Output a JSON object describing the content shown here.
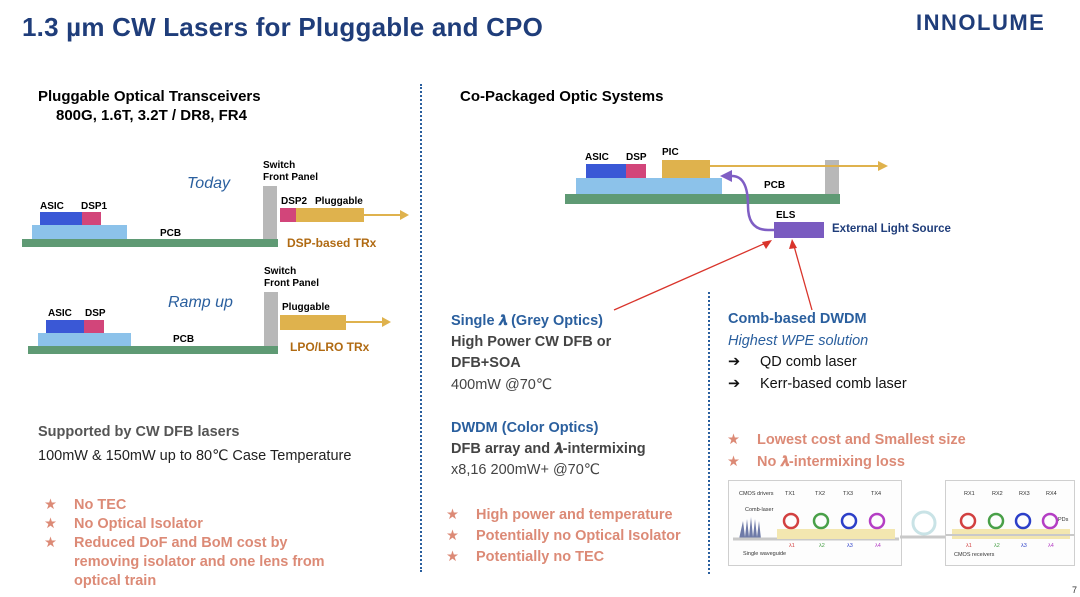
{
  "title": "1.3 µm CW Lasers for Pluggable and CPO",
  "logo": "INNOLUME",
  "left": {
    "heading1": "Pluggable Optical Transceivers",
    "heading2": "800G, 1.6T, 3.2T / DR8, FR4",
    "today": {
      "label": "Today",
      "switch": "Switch",
      "front_panel": "Front Panel",
      "asic": "ASIC",
      "dsp1": "DSP1",
      "dsp2": "DSP2",
      "pluggable": "Pluggable",
      "pcb": "PCB",
      "trx": "DSP-based TRx"
    },
    "ramp": {
      "label": "Ramp up",
      "switch": "Switch",
      "front_panel": "Front Panel",
      "asic": "ASIC",
      "dsp": "DSP",
      "pluggable": "Pluggable",
      "pcb": "PCB",
      "trx": "LPO/LRO TRx"
    },
    "supported": "Supported by CW DFB lasers",
    "temp": "100mW & 150mW up to 80℃ Case Temperature",
    "stars": [
      "No TEC",
      "No Optical Isolator",
      "Reduced DoF and BoM cost by"
    ],
    "star3_cont1": "removing isolator and one lens from",
    "star3_cont2": "optical train"
  },
  "right": {
    "heading": "Co-Packaged Optic Systems",
    "asic": "ASIC",
    "dsp": "DSP",
    "pic": "PIC",
    "pcb": "PCB",
    "els": "ELS",
    "els_label": "External Light Source",
    "single_heading": "Single 𝝀 (Grey Optics)",
    "single_l1": "High Power CW DFB or",
    "single_l2": "DFB+SOA",
    "single_l3": "400mW @70℃",
    "dwdm_heading": "DWDM (Color Optics)",
    "dwdm_l1": "DFB array and 𝝀-intermixing",
    "dwdm_l2": "x8,16 200mW+ @70℃",
    "mid_stars": [
      "High power and temperature",
      "Potentially no Optical Isolator",
      "Potentially no TEC"
    ],
    "comb_heading": "Comb-based DWDM",
    "comb_sub": "Highest WPE solution",
    "comb_items": [
      "QD comb laser",
      "Kerr-based comb laser"
    ],
    "comb_stars": [
      "Lowest cost and Smallest size",
      "No 𝝀-intermixing loss"
    ],
    "thumb": {
      "cmos_drivers": "CMOS drivers",
      "comb_laser": "Comb-laser",
      "single_wg": "Single waveguide",
      "tx": [
        "TX1",
        "TX2",
        "TX3",
        "TX4"
      ],
      "rx": [
        "RX1",
        "RX2",
        "RX3",
        "RX4"
      ],
      "lambda": [
        "λ1",
        "λ2",
        "λ3",
        "λ4"
      ],
      "pds": "PDs",
      "cmos_receivers": "CMOS receivers"
    }
  },
  "page_number": "7",
  "colors": {
    "title": "#1f3d7a",
    "star": "#dc8a76",
    "blue": "#2a5f9e",
    "pcb": "#5f9a74"
  }
}
